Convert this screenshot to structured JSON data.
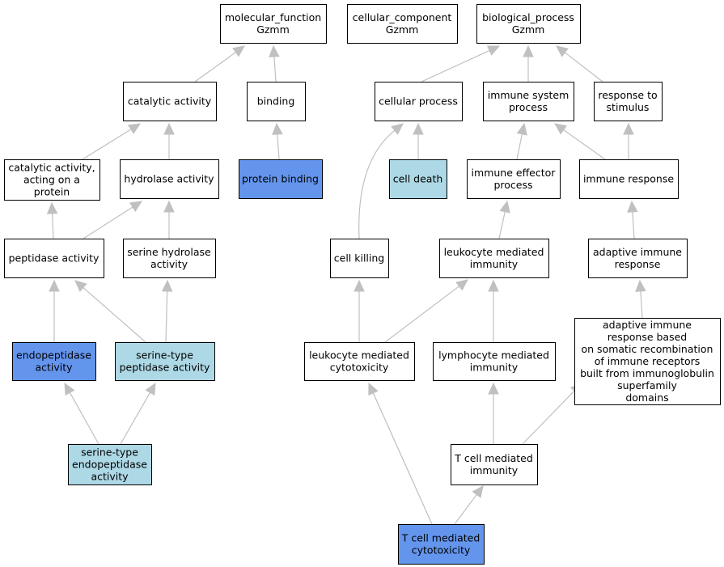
{
  "colors": {
    "white": "#ffffff",
    "light_blue": "#add8e6",
    "blue": "#6495ed",
    "edge": "#c0c0c0"
  },
  "nodes": [
    {
      "id": "molecular_function",
      "lines": [
        "molecular_function",
        "Gzmm"
      ],
      "fill": "white"
    },
    {
      "id": "cellular_component",
      "lines": [
        "cellular_component",
        "Gzmm"
      ],
      "fill": "white"
    },
    {
      "id": "biological_process",
      "lines": [
        "biological_process",
        "Gzmm"
      ],
      "fill": "white"
    },
    {
      "id": "catalytic_activity",
      "lines": [
        "catalytic activity"
      ],
      "fill": "white"
    },
    {
      "id": "binding",
      "lines": [
        "binding"
      ],
      "fill": "white"
    },
    {
      "id": "cellular_process",
      "lines": [
        "cellular process"
      ],
      "fill": "white"
    },
    {
      "id": "immune_system_process",
      "lines": [
        "immune system",
        "process"
      ],
      "fill": "white"
    },
    {
      "id": "response_to_stimulus",
      "lines": [
        "response to",
        "stimulus"
      ],
      "fill": "white"
    },
    {
      "id": "catalytic_activity_protein",
      "lines": [
        "catalytic activity,",
        "acting on a",
        "protein"
      ],
      "fill": "white"
    },
    {
      "id": "hydrolase_activity",
      "lines": [
        "hydrolase activity"
      ],
      "fill": "white"
    },
    {
      "id": "protein_binding",
      "lines": [
        "protein binding"
      ],
      "fill": "blue"
    },
    {
      "id": "cell_death",
      "lines": [
        "cell death"
      ],
      "fill": "light_blue"
    },
    {
      "id": "immune_effector_process",
      "lines": [
        "immune effector",
        "process"
      ],
      "fill": "white"
    },
    {
      "id": "immune_response",
      "lines": [
        "immune response"
      ],
      "fill": "white"
    },
    {
      "id": "peptidase_activity",
      "lines": [
        "peptidase activity"
      ],
      "fill": "white"
    },
    {
      "id": "serine_hydrolase_activity",
      "lines": [
        "serine hydrolase",
        "activity"
      ],
      "fill": "white"
    },
    {
      "id": "cell_killing",
      "lines": [
        "cell killing"
      ],
      "fill": "white"
    },
    {
      "id": "leukocyte_mediated_immunity",
      "lines": [
        "leukocyte mediated",
        "immunity"
      ],
      "fill": "white"
    },
    {
      "id": "adaptive_immune_response",
      "lines": [
        "adaptive immune",
        "response"
      ],
      "fill": "white"
    },
    {
      "id": "endopeptidase_activity",
      "lines": [
        "endopeptidase",
        "activity"
      ],
      "fill": "blue"
    },
    {
      "id": "serine_type_peptidase_activity",
      "lines": [
        "serine-type",
        "peptidase activity"
      ],
      "fill": "light_blue"
    },
    {
      "id": "leukocyte_mediated_cytotoxicity",
      "lines": [
        "leukocyte mediated",
        "cytotoxicity"
      ],
      "fill": "white"
    },
    {
      "id": "lymphocyte_mediated_immunity",
      "lines": [
        "lymphocyte mediated",
        "immunity"
      ],
      "fill": "white"
    },
    {
      "id": "adaptive_immune_response_somatic",
      "lines": [
        "adaptive immune",
        "response based",
        "on somatic recombination",
        "of immune receptors",
        "built from immunoglobulin",
        "superfamily",
        "domains"
      ],
      "fill": "white"
    },
    {
      "id": "serine_type_endopeptidase_activity",
      "lines": [
        "serine-type",
        "endopeptidase",
        "activity"
      ],
      "fill": "light_blue"
    },
    {
      "id": "t_cell_mediated_immunity",
      "lines": [
        "T cell mediated",
        "immunity"
      ],
      "fill": "white"
    },
    {
      "id": "t_cell_mediated_cytotoxicity",
      "lines": [
        "T cell mediated",
        "cytotoxicity"
      ],
      "fill": "blue"
    }
  ],
  "edges": [
    {
      "from": "catalytic_activity",
      "to": "molecular_function"
    },
    {
      "from": "binding",
      "to": "molecular_function"
    },
    {
      "from": "cellular_process",
      "to": "biological_process"
    },
    {
      "from": "immune_system_process",
      "to": "biological_process"
    },
    {
      "from": "response_to_stimulus",
      "to": "biological_process"
    },
    {
      "from": "catalytic_activity_protein",
      "to": "catalytic_activity"
    },
    {
      "from": "hydrolase_activity",
      "to": "catalytic_activity"
    },
    {
      "from": "protein_binding",
      "to": "binding"
    },
    {
      "from": "cell_death",
      "to": "cellular_process"
    },
    {
      "from": "cell_killing",
      "to": "cellular_process"
    },
    {
      "from": "immune_effector_process",
      "to": "immune_system_process"
    },
    {
      "from": "immune_response",
      "to": "immune_system_process"
    },
    {
      "from": "immune_response",
      "to": "response_to_stimulus"
    },
    {
      "from": "peptidase_activity",
      "to": "catalytic_activity_protein"
    },
    {
      "from": "peptidase_activity",
      "to": "hydrolase_activity"
    },
    {
      "from": "serine_hydrolase_activity",
      "to": "hydrolase_activity"
    },
    {
      "from": "leukocyte_mediated_immunity",
      "to": "immune_effector_process"
    },
    {
      "from": "adaptive_immune_response",
      "to": "immune_response"
    },
    {
      "from": "endopeptidase_activity",
      "to": "peptidase_activity"
    },
    {
      "from": "serine_type_peptidase_activity",
      "to": "peptidase_activity"
    },
    {
      "from": "serine_type_peptidase_activity",
      "to": "serine_hydrolase_activity"
    },
    {
      "from": "leukocyte_mediated_cytotoxicity",
      "to": "cell_killing"
    },
    {
      "from": "leukocyte_mediated_cytotoxicity",
      "to": "leukocyte_mediated_immunity"
    },
    {
      "from": "lymphocyte_mediated_immunity",
      "to": "leukocyte_mediated_immunity"
    },
    {
      "from": "adaptive_immune_response_somatic",
      "to": "adaptive_immune_response"
    },
    {
      "from": "serine_type_endopeptidase_activity",
      "to": "endopeptidase_activity"
    },
    {
      "from": "serine_type_endopeptidase_activity",
      "to": "serine_type_peptidase_activity"
    },
    {
      "from": "t_cell_mediated_immunity",
      "to": "lymphocyte_mediated_immunity"
    },
    {
      "from": "t_cell_mediated_immunity",
      "to": "adaptive_immune_response_somatic"
    },
    {
      "from": "t_cell_mediated_cytotoxicity",
      "to": "leukocyte_mediated_cytotoxicity"
    },
    {
      "from": "t_cell_mediated_cytotoxicity",
      "to": "t_cell_mediated_immunity"
    }
  ]
}
